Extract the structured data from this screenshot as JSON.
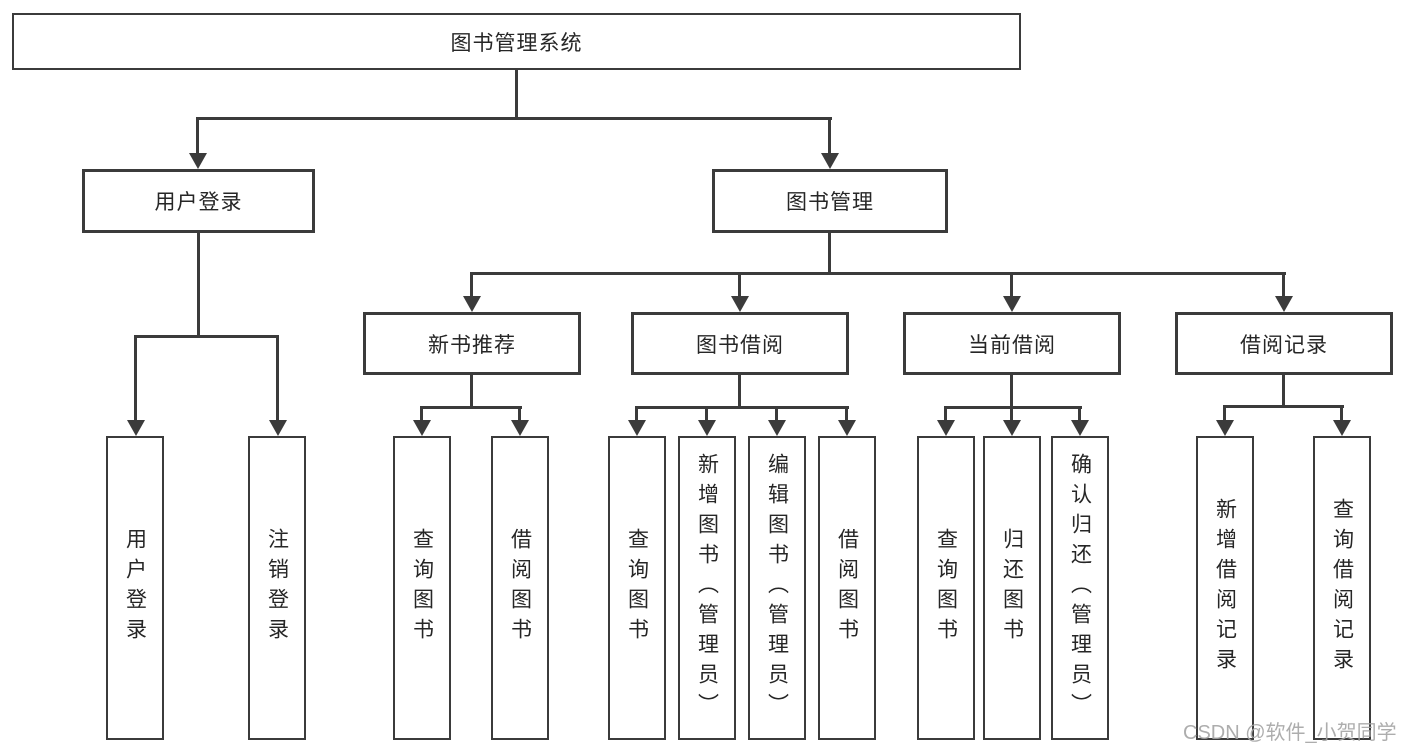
{
  "tree": {
    "label": "图书管理系统",
    "children": [
      {
        "label": "用户登录",
        "children": [
          {
            "label": "用户登录"
          },
          {
            "label": "注销登录"
          }
        ]
      },
      {
        "label": "图书管理",
        "children": [
          {
            "label": "新书推荐",
            "children": [
              {
                "label": "查询图书"
              },
              {
                "label": "借阅图书"
              }
            ]
          },
          {
            "label": "图书借阅",
            "children": [
              {
                "label": "查询图书"
              },
              {
                "label": "新增图书（管理员）"
              },
              {
                "label": "编辑图书（管理员）"
              },
              {
                "label": "借阅图书"
              }
            ]
          },
          {
            "label": "当前借阅",
            "children": [
              {
                "label": "查询图书"
              },
              {
                "label": "归还图书"
              },
              {
                "label": "确认归还（管理员）"
              }
            ]
          },
          {
            "label": "借阅记录",
            "children": [
              {
                "label": "新增借阅记录"
              },
              {
                "label": "查询借阅记录"
              }
            ]
          }
        ]
      }
    ]
  },
  "watermark": {
    "text": "CSDN @软件_小贺同学"
  },
  "colors": {
    "line": "#3b3b3b",
    "box_border": "#3b3b3b",
    "text": "#262626",
    "background": "#ffffff",
    "watermark": "#a5a5a5"
  },
  "icons": {
    "arrowhead": "arrow-down"
  }
}
